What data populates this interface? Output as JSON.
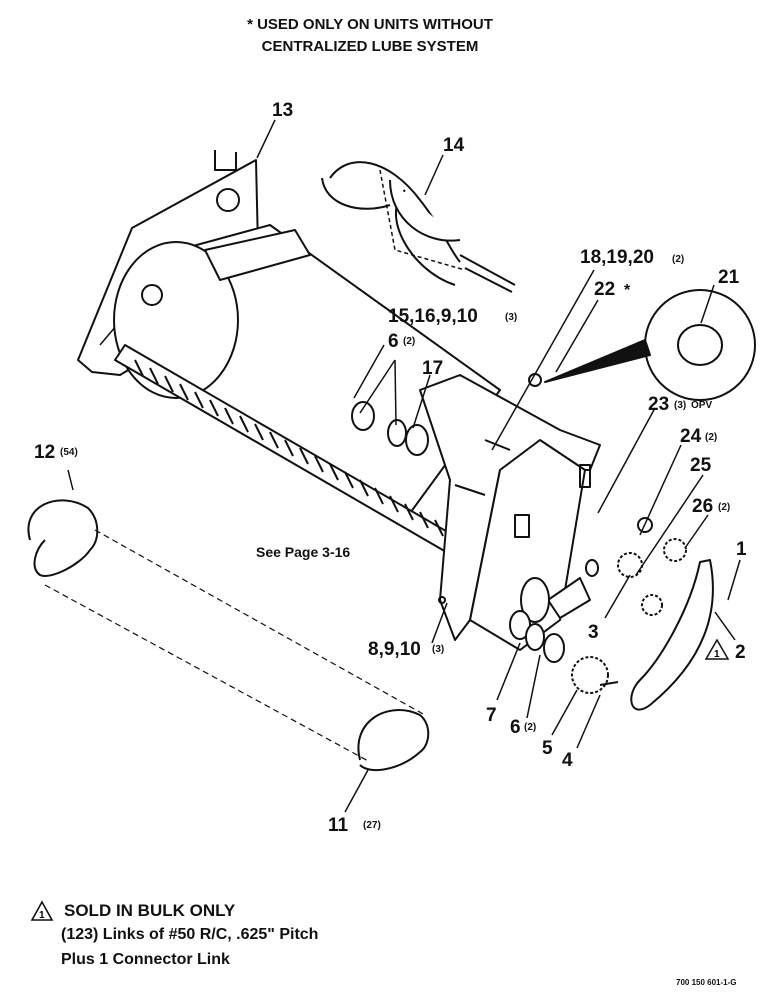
{
  "header_note": {
    "line1": "* USED ONLY ON UNITS WITHOUT",
    "line2": "CENTRALIZED LUBE SYSTEM"
  },
  "callouts": {
    "c13": "13",
    "c14": "14",
    "c18": "18,19,20",
    "c18_qty": "(2)",
    "c22": "22",
    "c22_star": "*",
    "c21": "21",
    "c15": "15,16,9,10",
    "c15_qty": "(3)",
    "c6a": "6",
    "c6a_qty": "(2)",
    "c17": "17",
    "c23": "23",
    "c23_qty": "(3)",
    "c23_opv": "OPV",
    "c24": "24",
    "c24_qty": "(2)",
    "c25": "25",
    "c26": "26",
    "c26_qty": "(2)",
    "c12": "12",
    "c12_qty": "(54)",
    "c1": "1",
    "c2": "2",
    "c3": "3",
    "c8": "8,9,10",
    "c8_qty": "(3)",
    "c7": "7",
    "c6b": "6",
    "c6b_qty": "(2)",
    "c5": "5",
    "c4": "4",
    "c11": "11",
    "c11_qty": "(27)"
  },
  "see_page": "See Page 3-16",
  "legend": {
    "icon": "delta-1-icon",
    "symbol_number": "1",
    "title": "SOLD IN BULK ONLY",
    "line1": "(123) Links of #50 R/C, .625\" Pitch",
    "line2": "Plus 1 Connector Link"
  },
  "drawing_number": "700 150 601-1-G"
}
